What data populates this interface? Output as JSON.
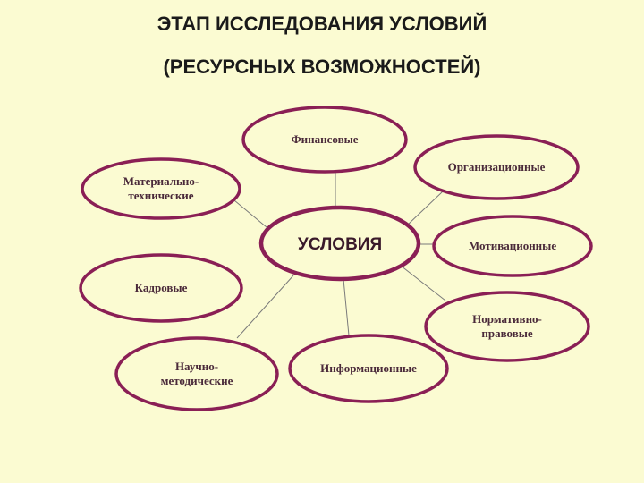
{
  "title": {
    "line1": "ЭТАП ИССЛЕДОВАНИЯ УСЛОВИЙ",
    "line2": "(РЕСУРСНЫХ ВОЗМОЖНОСТЕЙ)"
  },
  "center": {
    "label": "УСЛОВИЯ"
  },
  "nodes": [
    {
      "id": "financial",
      "lines": [
        "Финансовые"
      ]
    },
    {
      "id": "material",
      "lines": [
        "Материально-",
        "технические"
      ]
    },
    {
      "id": "organizational",
      "lines": [
        "Организационные"
      ]
    },
    {
      "id": "motivational",
      "lines": [
        "Мотивационные"
      ]
    },
    {
      "id": "personnel",
      "lines": [
        "Кадровые"
      ]
    },
    {
      "id": "normative",
      "lines": [
        "Нормативно-",
        "правовые"
      ]
    },
    {
      "id": "scientific",
      "lines": [
        "Научно-",
        "методические"
      ]
    },
    {
      "id": "informational",
      "lines": [
        "Информационные"
      ]
    }
  ],
  "colors": {
    "ellipse_stroke": "#8a1f55",
    "connector": "#7a7a7a",
    "background": "#fbfbd2"
  }
}
